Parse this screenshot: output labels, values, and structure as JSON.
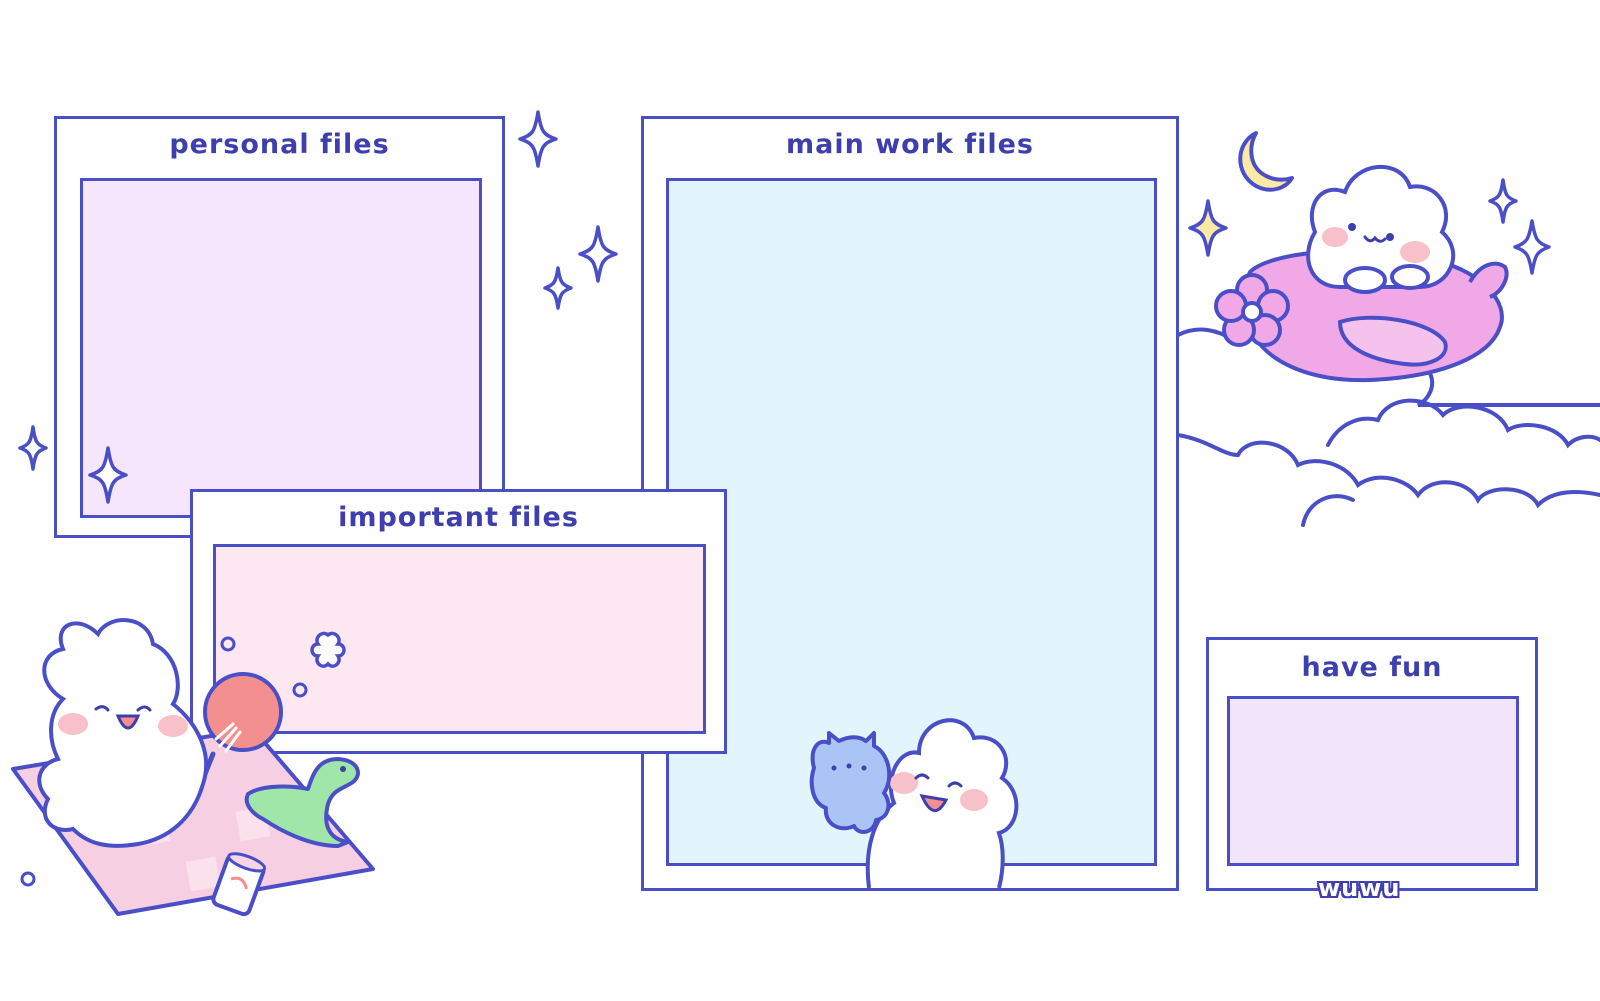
{
  "colors": {
    "outline": "#4a4fc8",
    "title": "#3e3fae",
    "lavender": "#f5e6fd",
    "pink": "#fde7f1",
    "sky": "#e2f4fc",
    "purple_panel": "#f3e5fb",
    "plane_pink": "#f0a9e6",
    "moon": "#fbe9a6",
    "mat_pink": "#f7cfe3",
    "dino_green": "#9fe6a8",
    "blue_cat": "#a9c4f5",
    "fan_red": "#f48f8f"
  },
  "folders": {
    "personal": {
      "title": "personal files"
    },
    "important": {
      "title": "important files"
    },
    "main_work": {
      "title": "main work files"
    },
    "have_fun": {
      "title": "have fun"
    }
  },
  "signature": "wuwu",
  "decorations": {
    "icons": [
      "sparkle-icon",
      "moon-icon",
      "bunny-on-plane-icon",
      "cloud-icon",
      "bunny-on-picnic-mat-icon",
      "bunny-with-cat-icon",
      "flower-icon",
      "dinosaur-icon",
      "fan-icon",
      "cup-icon"
    ]
  }
}
